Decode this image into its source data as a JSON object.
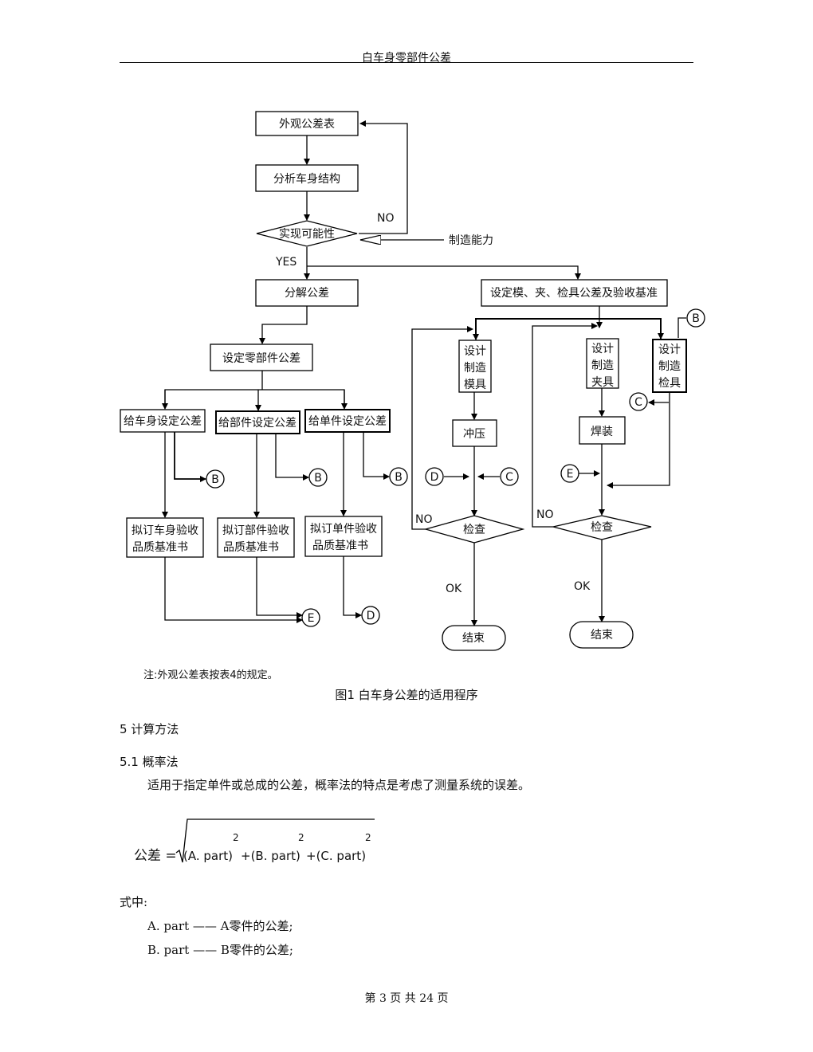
{
  "header": {
    "title": "白车身零部件公差"
  },
  "flowchart": {
    "boxes": {
      "appearance_table": "外观公差表",
      "analyze_structure": "分析车身结构",
      "feasibility": "实现可能性",
      "manufacturing_capability": "制造能力",
      "decompose_tolerance": "分解公差",
      "set_fixture_tolerance": "设定模、夹、检具公差及验收基准",
      "set_part_tolerance": "设定零部件公差",
      "body_tolerance": "给车身设定公差",
      "assembly_tolerance": "给部件设定公差",
      "single_tolerance": "给单件设定公差",
      "body_spec_1": "拟订车身验收",
      "body_spec_2": "品质基准书",
      "assembly_spec_1": "拟订部件验收",
      "assembly_spec_2": "品质基准书",
      "single_spec_1": "拟订单件验收",
      "single_spec_2": "品质基准书",
      "design": "设计",
      "manufacture": "制造",
      "die": "模具",
      "fixture": "夹具",
      "gauge": "检具",
      "stamping": "冲压",
      "welding": "焊装",
      "inspect_left": "检查",
      "inspect_right": "检查",
      "end_left": "结束",
      "end_right": "结束"
    },
    "labels": {
      "no_top": "NO",
      "yes": "YES",
      "no_left": "NO",
      "no_right": "NO",
      "ok_left": "OK",
      "ok_right": "OK"
    },
    "connectors": {
      "b": "B",
      "c": "C",
      "d": "D",
      "e": "E"
    }
  },
  "note": "注:外观公差表按表4的规定。",
  "caption": "图1  白车身公差的适用程序",
  "section_5": "5  计算方法",
  "section_5_1": "5.1  概率法",
  "paragraph": "适用于指定单件或总成的公差，概率法的特点是考虑了测量系统的误差。",
  "formula": {
    "lhs": "公差 =",
    "term_a": "(A. part)",
    "term_b": "+(B. part)",
    "term_c": "+(C. part)",
    "exponent": "2"
  },
  "where_label": "式中:",
  "definitions": [
    "A. part —— A零件的公差;",
    "B. part —— B零件的公差;"
  ],
  "footer": "第 3 页  共 24 页"
}
